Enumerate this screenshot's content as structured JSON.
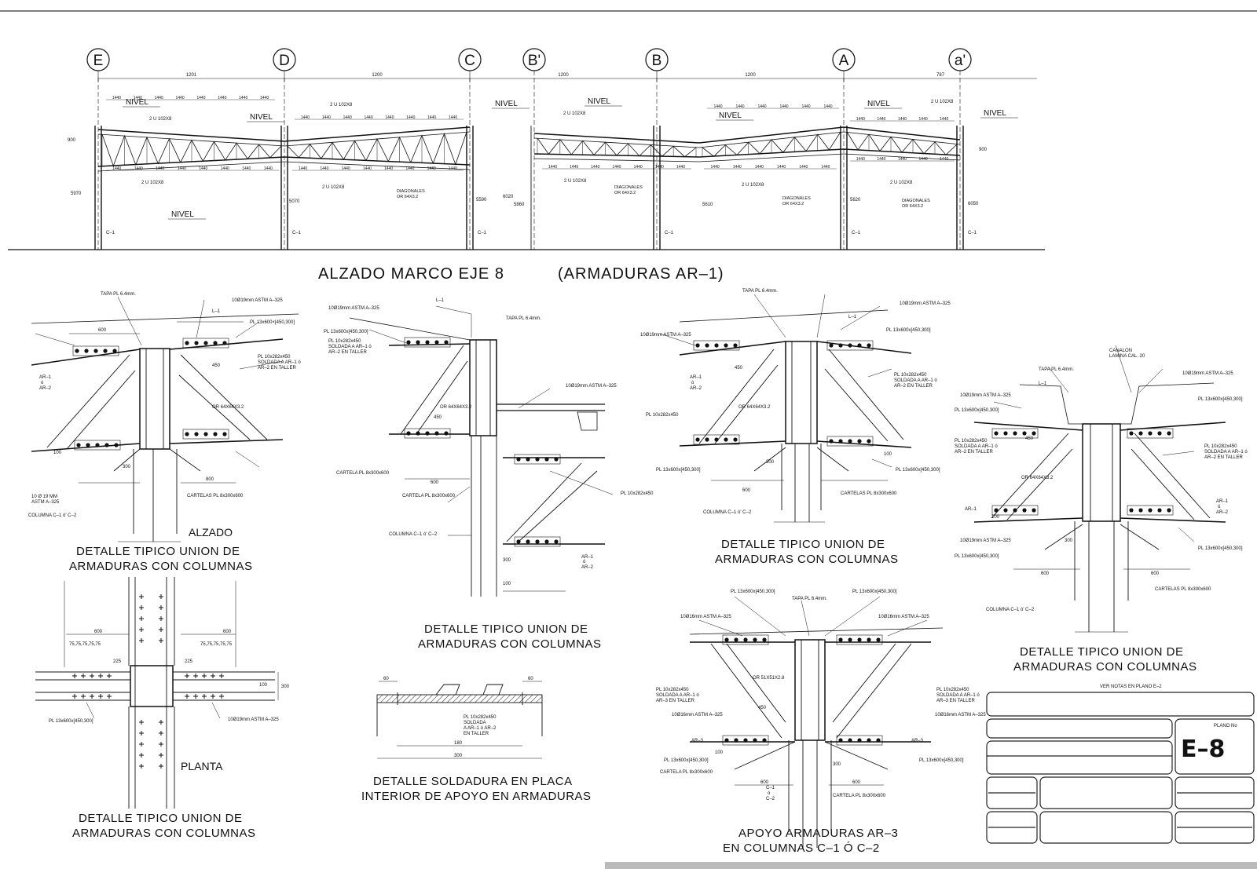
{
  "elevation": {
    "title": "ALZADO MARCO EJE 8",
    "subtitle": "(ARMADURAS AR–1)",
    "axes": [
      "E",
      "D",
      "C",
      "B'",
      "B",
      "A",
      "a'"
    ],
    "spans": [
      "1201",
      "1200",
      "1200",
      "1200",
      "787"
    ],
    "level_label": "NIVEL",
    "chord_label": "2 U 102X8",
    "diagonals_label": [
      "DIAGONALES",
      "OR 64X3.2"
    ],
    "column_label": "C–1",
    "panel_dim": "1440",
    "heights": [
      "5970",
      "5070",
      "5590",
      "6020",
      "5860",
      "5610",
      "5620",
      "6050"
    ],
    "depth": "900"
  },
  "detail1": {
    "view_label": "ALZADO",
    "caption": [
      "DETALLE TIPICO UNION DE",
      "ARMADURAS CON COLUMNAS"
    ],
    "notes": [
      "TAPA PL 6.4mm.",
      "10Ø19mm ASTM A–325",
      "PL 13x600×[450,300]",
      "PL 10x282x450",
      "SOLDADA A AR–1 ó",
      "AR–2 EN TALLER",
      "AR–1",
      "ó",
      "AR–2",
      "CARTELAS PL 8x300x600",
      "COLUMNA C–1 ó' C–2",
      "OR 64X64X3.2",
      "L–1",
      "10 Ø 19 MM",
      "ASTM A–325"
    ],
    "dims": [
      "600",
      "450",
      "300",
      "100",
      "800"
    ]
  },
  "plan_detail": {
    "view_label": "PLANTA",
    "caption": [
      "DETALLE TIPICO UNION DE",
      "ARMADURAS CON COLUMNAS"
    ],
    "notes": [
      "PL 13x600x[450,300]",
      "10Ø19mm ASTM A–325"
    ],
    "dims": [
      "600",
      "75,75,75,75,75",
      "225",
      "100",
      "300"
    ]
  },
  "detail2": {
    "caption": [
      "DETALLE TIPICO UNION DE",
      "ARMADURAS CON COLUMNAS"
    ],
    "notes": [
      "10Ø19mm ASTM A–325",
      "PL 13x600x[450,300]",
      "PL 10x282x450",
      "SOLDADA A AR–1 ó",
      "AR–2 EN TALLER",
      "TAPA PL 6.4mm.",
      "L–1",
      "CARTELA PL 8x300x600",
      "COLUMNA C–1 ó' C–2",
      "OR 64X64X3.2",
      "AR–1",
      "ó",
      "AR–2"
    ],
    "dims": [
      "600",
      "450",
      "300",
      "100"
    ]
  },
  "weld_detail": {
    "caption": [
      "DETALLE SOLDADURA EN PLACA",
      "INTERIOR DE APOYO EN ARMADURAS"
    ],
    "notes": [
      "PL 10x282x450",
      "SOLDADA",
      "A AR–1 ó AR–2",
      "EN TALLER"
    ],
    "dims": [
      "60",
      "180",
      "300"
    ]
  },
  "detail3": {
    "caption": [
      "DETALLE TIPICO UNION DE",
      "ARMADURAS CON COLUMNAS"
    ],
    "notes": [
      "TAPA PL 6.4mm.",
      "10Ø19mm ASTM A–325",
      "PL 13x600x[450,300]",
      "PL 10x282x450",
      "SOLDADA A AR–1 ó",
      "AR–2 EN TALLER",
      "AR–1",
      "ó",
      "AR–2",
      "CARTELAS PL 8x300x600",
      "COLUMNA C–1 ó' C–2",
      "OR 64X64X3.2",
      "L–1"
    ],
    "dims": [
      "600",
      "450",
      "300",
      "100"
    ]
  },
  "detail_ar3": {
    "caption": [
      "APOYO ARMADURAS AR–3",
      "EN COLUMNAS C–1 Ó C–2"
    ],
    "notes": [
      "PL 13x600x[450,300]",
      "10Ø16mm ASTM A–325",
      "TAPA PL 6.4mm.",
      "PL 10x282x450",
      "SOLDADA A AR–1 ó",
      "AR–3 EN TALLER",
      "AR–3",
      "CARTELA PL 8x300x600",
      "C–1",
      "ó",
      "C–2",
      "OR 51X51X2.8"
    ],
    "dims": [
      "600",
      "450",
      "300",
      "100"
    ]
  },
  "detail4": {
    "caption": [
      "DETALLE TIPICO UNION DE",
      "ARMADURAS CON COLUMNAS"
    ],
    "notes": [
      "CANALON",
      "LAMINA CAL. 20",
      "TAPA PL 6.4mm.",
      "10Ø19mm ASTM A–325",
      "PL 13x600x[450,300]",
      "PL 10x282x450",
      "SOLDADA A AR–1 ó",
      "AR–2 EN TALLER",
      "AR–1",
      "ó",
      "AR–2",
      "CARTELAS PL 8x300x600",
      "COLUMNA C–1 ó' C–2",
      "OR 64X64X3.2",
      "L–1"
    ],
    "dims": [
      "600",
      "450",
      "300",
      "100"
    ]
  },
  "title_block": {
    "note": "VER NOTAS EN PLANO E–2",
    "plano_label": "PLANO No",
    "sheet_number": "E–8"
  }
}
